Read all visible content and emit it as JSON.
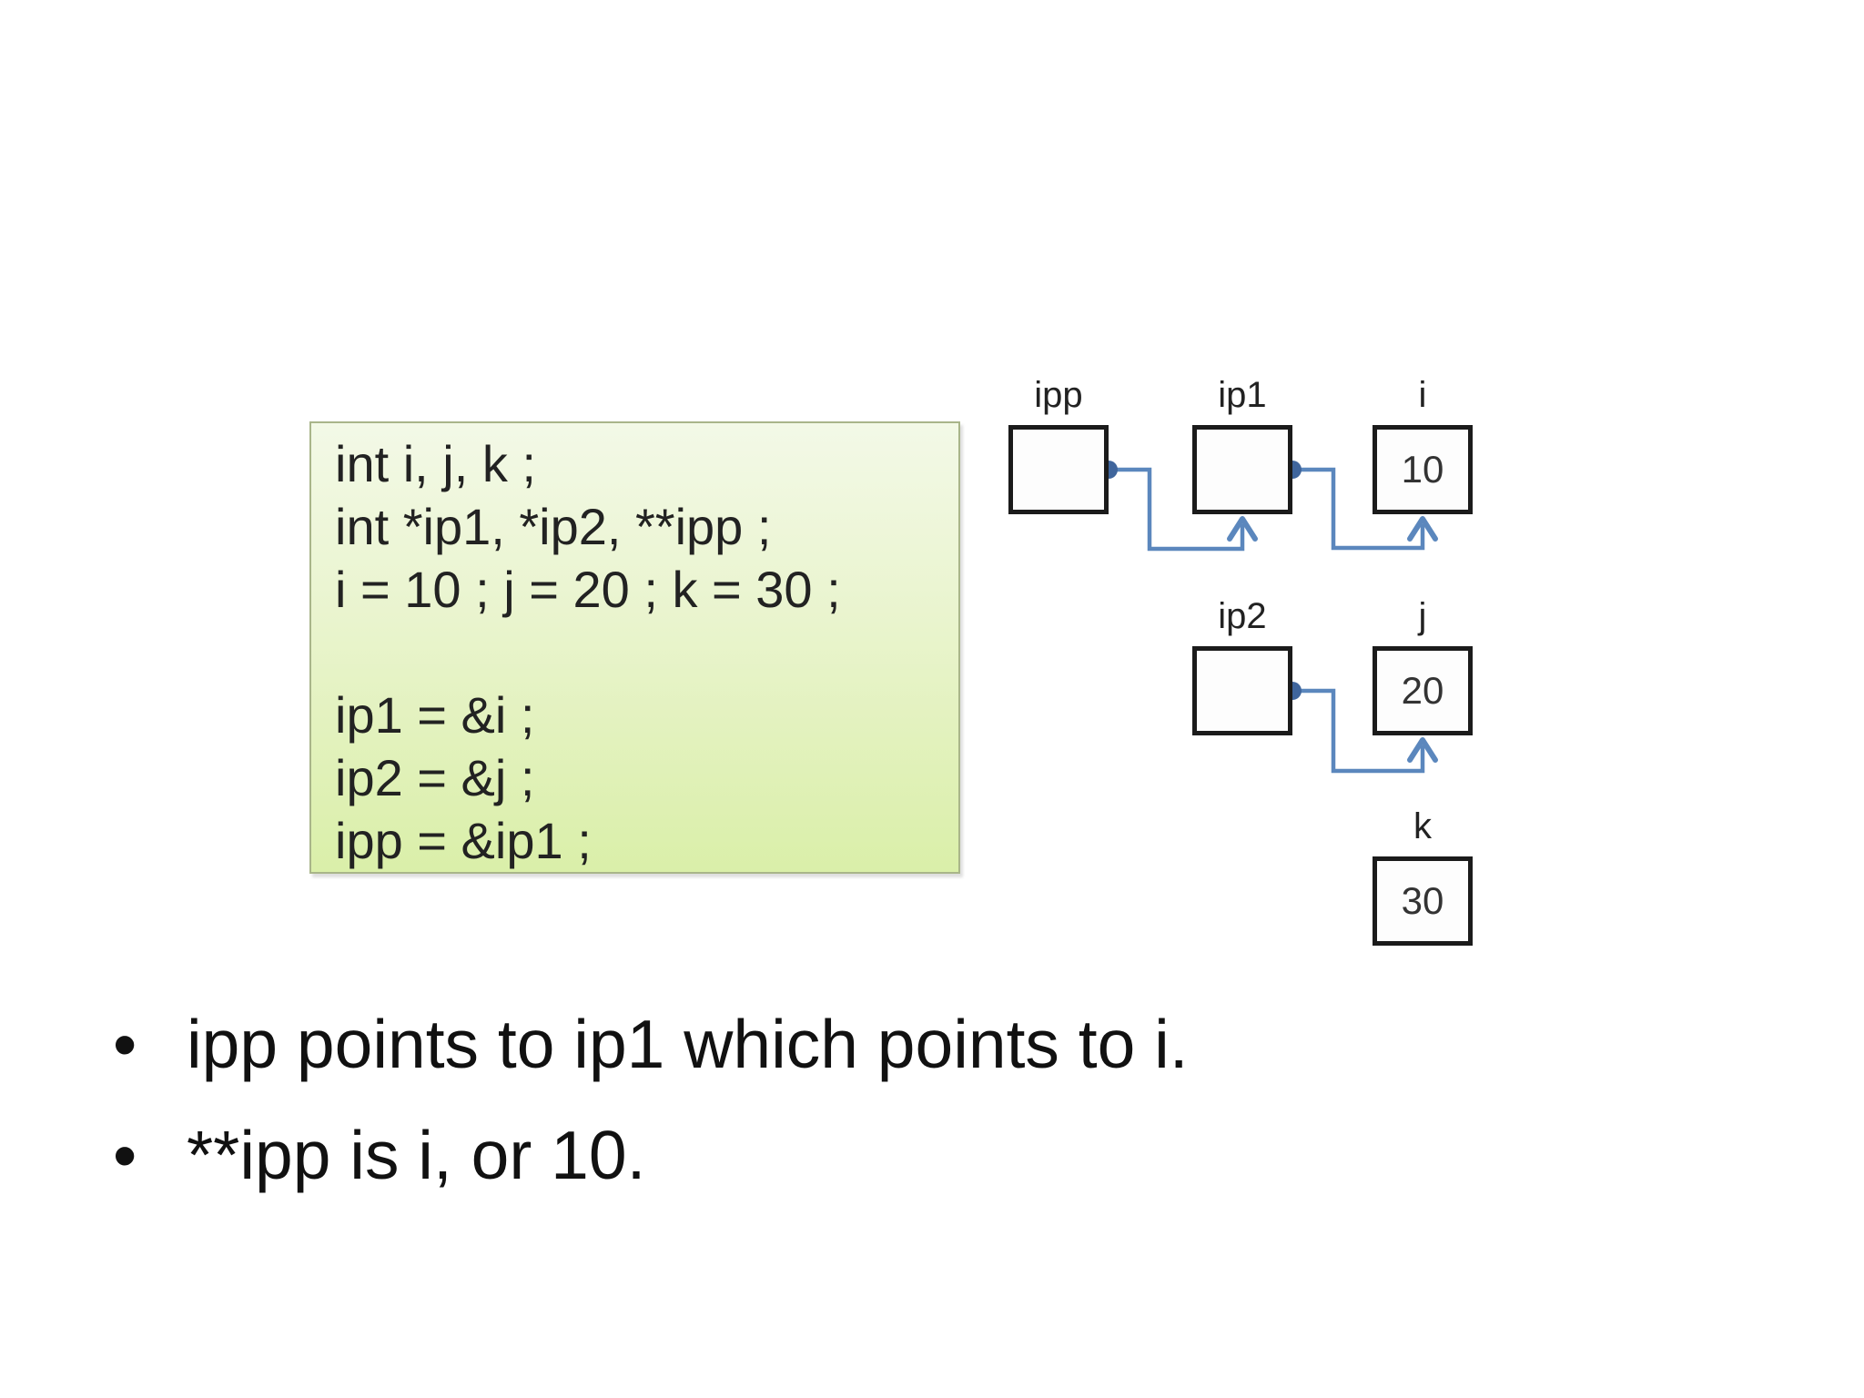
{
  "slide": {
    "background": "#ffffff"
  },
  "code_panel": {
    "lines": [
      "int i, j, k ;",
      "int *ip1, *ip2, **ipp ;",
      "i = 10 ; j = 20 ; k = 30 ;",
      "",
      "ip1 = &i ;",
      "ip2 = &j ;",
      "ipp = &ip1 ;"
    ],
    "colors": {
      "bg_top": "#f3f9e7",
      "bg_mid": "#e9f4cd",
      "bg_bottom": "#daefa9",
      "border": "#a9b58a",
      "text": "#222222"
    }
  },
  "diagram": {
    "colors": {
      "connector": "#5b87bd",
      "connector_dot": "#3f659c",
      "box_border": "#1b1b1b",
      "box_fill": "#fdfdfd",
      "label_text": "#222222",
      "value_text": "#333333"
    },
    "boxes": [
      {
        "label": "ipp",
        "value": ""
      },
      {
        "label": "ip1",
        "value": ""
      },
      {
        "label": "i",
        "value": "10"
      },
      {
        "label": "ip2",
        "value": ""
      },
      {
        "label": "j",
        "value": "20"
      },
      {
        "label": "k",
        "value": "30"
      }
    ],
    "arrows": [
      {
        "from": "ipp",
        "to": "ip1"
      },
      {
        "from": "ip1",
        "to": "i"
      },
      {
        "from": "ip2",
        "to": "j"
      }
    ]
  },
  "bullets": {
    "items": [
      "ipp points to ip1 which points to i.",
      "**ipp is i, or 10."
    ],
    "color": "#111111"
  }
}
